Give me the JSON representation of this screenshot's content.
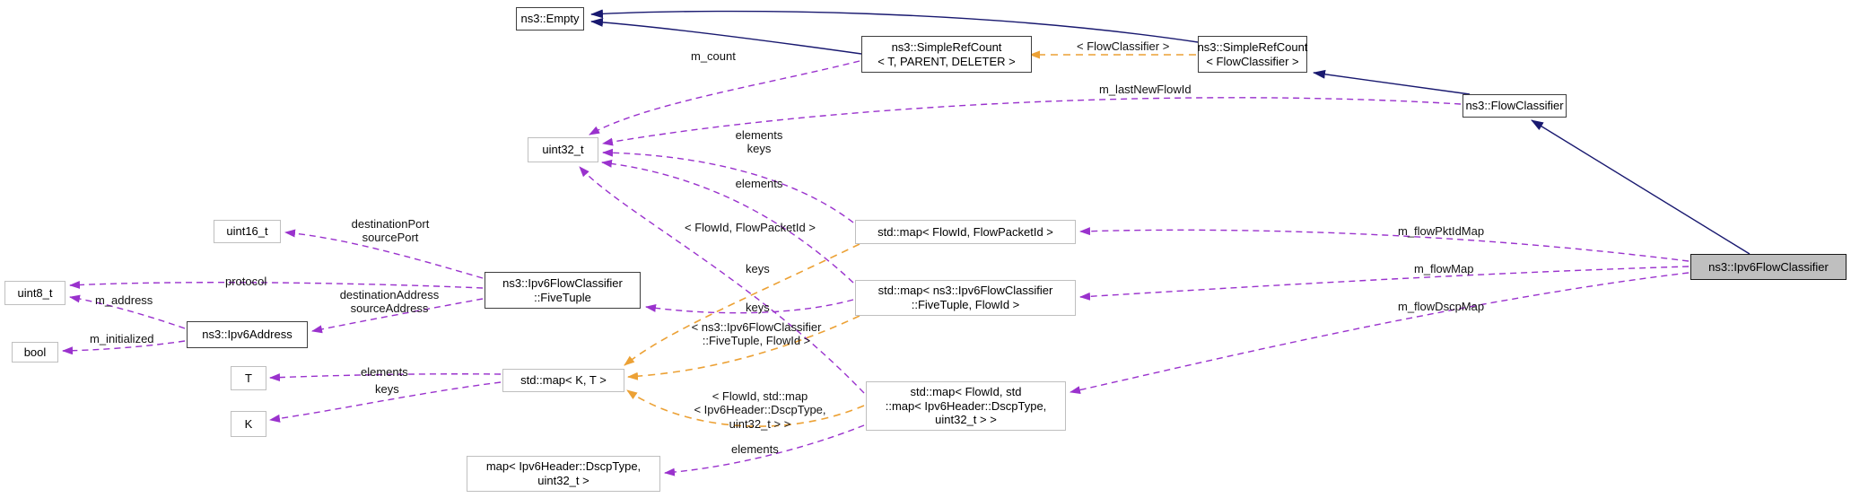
{
  "colors": {
    "inheritance_edge": "#191970",
    "usage_edge": "#9a32cd",
    "template_edge": "#eca135",
    "documented_node_border": "#3e3e3e",
    "plain_node_border": "#bfbfbf",
    "target_node_fill": "#bfbfbf",
    "background": "#ffffff"
  },
  "nodes": {
    "empty": {
      "label": "ns3::Empty"
    },
    "simple_ref_count_tpl": {
      "label": "ns3::SimpleRefCount\n< T, PARENT, DELETER >"
    },
    "simple_ref_count_fc": {
      "label": "ns3::SimpleRefCount\n< FlowClassifier >"
    },
    "flow_classifier": {
      "label": "ns3::FlowClassifier"
    },
    "ipv6_flow_classifier": {
      "label": "ns3::Ipv6FlowClassifier"
    },
    "uint32_t": {
      "label": "uint32_t"
    },
    "uint16_t": {
      "label": "uint16_t"
    },
    "uint8_t": {
      "label": "uint8_t"
    },
    "bool": {
      "label": "bool"
    },
    "ipv6_address": {
      "label": "ns3::Ipv6Address"
    },
    "five_tuple": {
      "label": "ns3::Ipv6FlowClassifier\n::FiveTuple"
    },
    "t": {
      "label": "T"
    },
    "k": {
      "label": "K"
    },
    "map_k_t": {
      "label": "std::map< K, T >"
    },
    "map_flowid_flowpacketid": {
      "label": "std::map< FlowId, FlowPacketId >"
    },
    "map_fivetuple_flowid": {
      "label": "std::map< ns3::Ipv6FlowClassifier\n::FiveTuple, FlowId >"
    },
    "map_flowid_dscpmap": {
      "label": "std::map< FlowId, std\n::map< Ipv6Header::DscpType,\nuint32_t > >"
    },
    "map_dscp_uint32": {
      "label": "map< Ipv6Header::DscpType,\nuint32_t >"
    }
  },
  "edge_labels": {
    "m_count": "m_count",
    "tmpl_flow_classifier": "< FlowClassifier >",
    "m_last_new_flow_id": "m_lastNewFlowId",
    "elements_keys": "elements\nkeys",
    "elements_fivetuple_map": "elements",
    "tmpl_flowid_flowpacketid": "< FlowId, FlowPacketId >",
    "keys_flowid": "keys",
    "keys_fivetuple": "keys",
    "tmpl_fivetuple_flowid": "< ns3::Ipv6FlowClassifier\n::FiveTuple, FlowId >",
    "destination_source_port": "destinationPort\nsourcePort",
    "protocol": "protocol",
    "m_address": "m_address",
    "destination_source_address": "destinationAddress\nsourceAddress",
    "m_initialized": "m_initialized",
    "elements_map_kt": "elements",
    "keys_map_kt": "keys",
    "tmpl_flowid_dscpmap": "< FlowId, std::map\n< Ipv6Header::DscpType,\nuint32_t > >",
    "elements_dscp": "elements",
    "m_flow_pkt_id_map": "m_flowPktIdMap",
    "m_flow_map": "m_flowMap",
    "m_flow_dscp_map": "m_flowDscpMap"
  }
}
